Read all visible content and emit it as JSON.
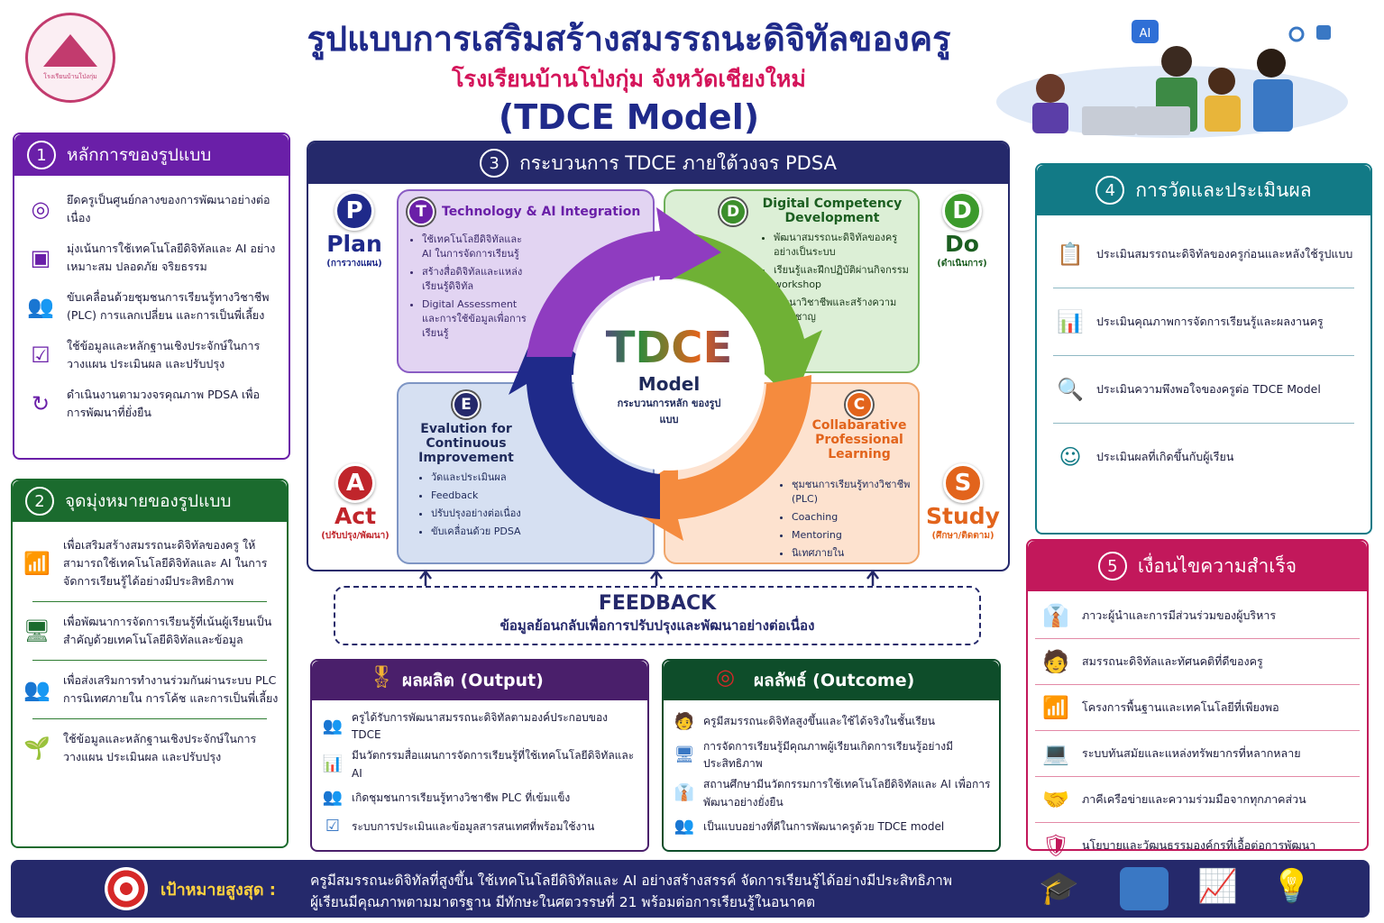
{
  "header": {
    "title": "รูปแบบการเสริมสร้างสมรรถนะดิจิทัลของครู",
    "subtitle": "โรงเรียนบ้านโป่งกุ่ม จังหวัดเชียงใหม่",
    "model": "(TDCE Model)",
    "logo_text": "โรงเรียนบ้านโป่งกุ่ม"
  },
  "s1": {
    "num": "1",
    "title": "หลักการของรูปแบบ",
    "items": [
      {
        "icon": "target-icon",
        "text": "ยึดครูเป็นศูนย์กลางของการพัฒนาอย่างต่อเนื่อง"
      },
      {
        "icon": "ai-chip-icon",
        "text": "มุ่งเน้นการใช้เทคโนโลยีดิจิทัลและ AI อย่างเหมาะสม ปลอดภัย จริยธรรม"
      },
      {
        "icon": "group-icon",
        "text": "ขับเคลื่อนด้วยชุมชนการเรียนรู้ทางวิชาชีพ (PLC) การแลกเปลี่ยน และการเป็นพี่เลี้ยง"
      },
      {
        "icon": "checklist-icon",
        "text": "ใช้ข้อมูลและหลักฐานเชิงประจักษ์ในการวางแผน ประเมินผล และปรับปรุง"
      },
      {
        "icon": "cycle-icon",
        "text": "ดำเนินงานตามวงจรคุณภาพ PDSA เพื่อการพัฒนาที่ยั่งยืน"
      }
    ]
  },
  "s2": {
    "num": "2",
    "title": "จุดมุ่งหมายของรูปแบบ",
    "items": [
      {
        "icon": "growth-chart-icon",
        "text": "เพื่อเสริมสร้างสมรรถนะดิจิทัลของครู ให้สามารถใช้เทคโนโลยีดิจิทัลและ AI ในการจัดการเรียนรู้ได้อย่างมีประสิทธิภาพ"
      },
      {
        "icon": "monitor-icon",
        "text": "เพื่อพัฒนาการจัดการเรียนรู้ที่เน้นผู้เรียนเป็นสำคัญด้วยเทคโนโลยีดิจิทัลและข้อมูล"
      },
      {
        "icon": "team-icon",
        "text": "เพื่อส่งเสริมการทำงานร่วมกันผ่านระบบ PLC การนิเทศภายใน การโค้ช และการเป็นพี่เลี้ยง"
      },
      {
        "icon": "plant-icon",
        "text": "ใช้ข้อมูลและหลักฐานเชิงประจักษ์ในการวางแผน ประเมินผล และปรับปรุง"
      }
    ]
  },
  "s3": {
    "num": "3",
    "title": "กระบวนการ TDCE ภายใต้วงจร PDSA",
    "plan": {
      "letter": "P",
      "label": "Plan",
      "sub": "(การวางแผน)"
    },
    "do": {
      "letter": "D",
      "label": "Do",
      "sub": "(ดำเนินการ)"
    },
    "study": {
      "letter": "S",
      "label": "Study",
      "sub": "(ศึกษา/ติดตาม)"
    },
    "act": {
      "letter": "A",
      "label": "Act",
      "sub": "(ปรับปรุง/พัฒนา)"
    },
    "center": {
      "word": "TDCE",
      "model": "Model",
      "sub": "กระบวนการหลัก ของรูปแบบ"
    },
    "t": {
      "letter": "T",
      "title": "Technology & AI Integration",
      "items": [
        "ใช้เทคโนโลยีดิจิทัลและ AI ในการจัดการเรียนรู้",
        "สร้างสื่อดิจิทัลและแหล่งเรียนรู้ดิจิทัล",
        "Digital Assessment และการใช้ข้อมูลเพื่อการเรียนรู้"
      ]
    },
    "d": {
      "letter": "D",
      "title": "Digital Competency Development",
      "items": [
        "พัฒนาสมรรถนะดิจิทัลของครูอย่างเป็นระบบ",
        "เรียนรู้และฝึกปฏิบัติผ่านกิจกรรม workshop",
        "พัฒนาวิชาชีพและสร้างความเชี่ยวชาญ"
      ]
    },
    "c": {
      "letter": "C",
      "title": "Collabarative Professional Learning",
      "items": [
        "ชุมชนการเรียนรู้ทางวิชาชีพ (PLC)",
        "Coaching",
        "Mentoring",
        "นิเทศภายใน"
      ]
    },
    "e": {
      "letter": "E",
      "title": "Evalution for Continuous Improvement",
      "items": [
        "วัดและประเมินผล",
        "Feedback",
        "ปรับปรุงอย่างต่อเนื่อง",
        "ขับเคลื่อนด้วย PDSA"
      ]
    }
  },
  "feedback": {
    "title": "FEEDBACK",
    "sub": "ข้อมูลย้อนกลับเพื่อการปรับปรุงและพัฒนาอย่างต่อเนื่อง"
  },
  "output": {
    "title": "ผลผลิต (Output)",
    "items": [
      "ครูได้รับการพัฒนาสมรรถนะดิจิทัลตามองค์ประกอบของ TDCE",
      "มีนวัตกรรมสื่อแผนการจัดการเรียนรู้ที่ใช้เทคโนโลยีดิจิทัลและ AI",
      "เกิดชุมชนการเรียนรู้ทางวิชาชีพ PLC ที่เข้มแข็ง",
      "ระบบการประเมินและข้อมูลสารสนเทศที่พร้อมใช้งาน"
    ]
  },
  "outcome": {
    "title": "ผลลัพธ์ (Outcome)",
    "items": [
      "ครูมีสมรรถนะดิจิทัลสูงขึ้นและใช้ได้จริงในชั้นเรียน",
      "การจัดการเรียนรู้มีคุณภาพผู้เรียนเกิดการเรียนรู้อย่างมีประสิทธิภาพ",
      "สถานศึกษามีนวัตกรรมการใช้เทคโนโลยีดิจิทัลและ AI เพื่อการพัฒนาอย่างยั่งยืน",
      "เป็นแบบอย่างที่ดีในการพัฒนาครูด้วย TDCE model"
    ]
  },
  "s4": {
    "num": "4",
    "title": "การวัดและประเมินผล",
    "items": [
      {
        "icon": "clipboard-icon",
        "text": "ประเมินสมรรถนะดิจิทัลของครูก่อนและหลังใช้รูปแบบ"
      },
      {
        "icon": "presentation-icon",
        "text": "ประเมินคุณภาพการจัดการเรียนรู้และผลงานครู"
      },
      {
        "icon": "magnifier-chart-icon",
        "text": "ประเมินความพึงพอใจของครูต่อ TDCE Model"
      },
      {
        "icon": "smile-rainbow-icon",
        "text": "ประเมินผลที่เกิดขึ้นกับผู้เรียน"
      }
    ]
  },
  "s5": {
    "num": "5",
    "title": "เงื่อนไขความสำเร็จ",
    "items": [
      {
        "icon": "leaders-icon",
        "text": "ภาวะผู้นำและการมีส่วนร่วมของผู้บริหาร"
      },
      {
        "icon": "teacher-icon",
        "text": "สมรรถนะดิจิทัลและทัศนคติที่ดีของครู"
      },
      {
        "icon": "wifi-icon",
        "text": "โครงการพื้นฐานและเทคโนโลยีที่เพียงพอ"
      },
      {
        "icon": "computer-icon",
        "text": "ระบบทันสมัยและแหล่งทรัพยากรที่หลากหลาย"
      },
      {
        "icon": "handshake-icon",
        "text": "ภาคีเครือข่ายและความร่วมมือจากทุกภาคส่วน"
      },
      {
        "icon": "shield-icon",
        "text": "นโยบายและวัฒนธรรมองค์กรที่เอื้อต่อการพัฒนา"
      }
    ]
  },
  "goal": {
    "label": "เป้าหมายสูงสุด :",
    "line1": "ครูมีสมรรถนะดิจิทัลที่สูงขึ้น ใช้เทคโนโลยีดิจิทัลและ AI อย่างสร้างสรรค์ จัดการเรียนรู้ได้อย่างมีประสิทธิภาพ",
    "line2": "ผู้เรียนมีคุณภาพตามมาตรฐาน มีทักษะในศตวรรษที่ 21 พร้อมต่อการเรียนรู้ในอนาคต"
  },
  "colors": {
    "purple": "#6a1fa8",
    "green": "#1b6b2e",
    "navy": "#25296b",
    "teal": "#127a86",
    "pink": "#c2185b"
  }
}
